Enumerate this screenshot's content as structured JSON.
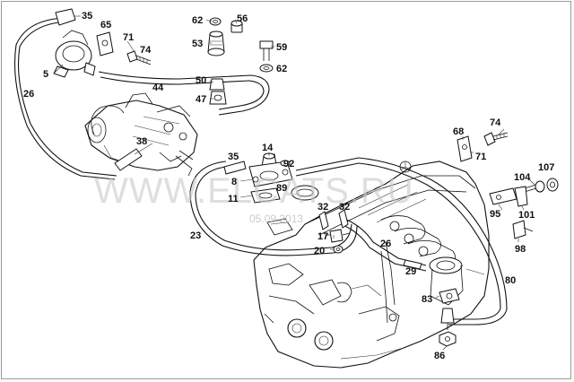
{
  "watermark": {
    "text": "WWW.ELCATS.RU",
    "subtext": "05.09.2013"
  },
  "part_labels": {
    "p35a": "35",
    "p65": "65",
    "p71a": "71",
    "p74a": "74",
    "p5": "5",
    "p26a": "26",
    "p44": "44",
    "p62a": "62",
    "p56": "56",
    "p53": "53",
    "p59": "59",
    "p62b": "62",
    "p50": "50",
    "p47": "47",
    "p38": "38",
    "p14": "14",
    "p35b": "35",
    "p92": "92",
    "p8": "8",
    "p89": "89",
    "p11": "11",
    "p23": "23",
    "p32a": "32",
    "p32b": "32",
    "p17": "17",
    "p20": "20",
    "p26b": "26",
    "p29": "29",
    "p68": "68",
    "p74b": "74",
    "p71b": "71",
    "p104": "104",
    "p107": "107",
    "p95": "95",
    "p101": "101",
    "p98": "98",
    "p80": "80",
    "p83": "83",
    "p86": "86"
  }
}
